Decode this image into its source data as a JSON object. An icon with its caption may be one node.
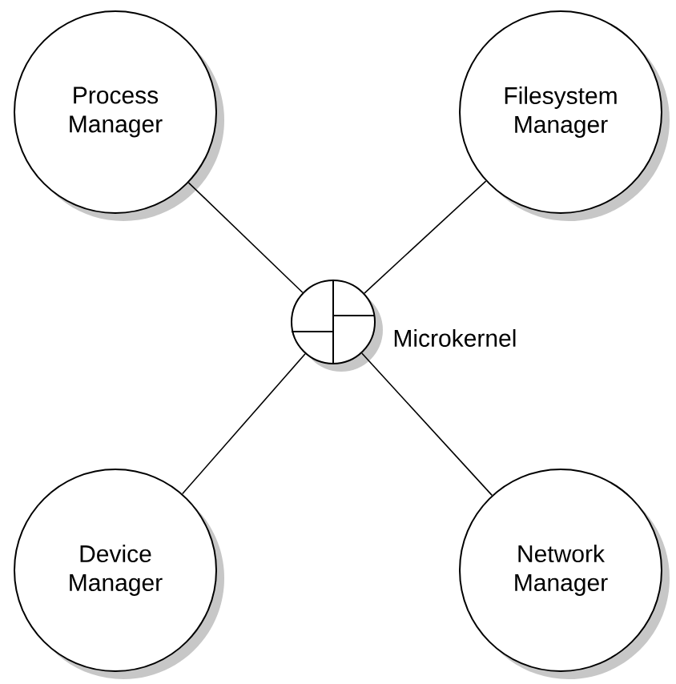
{
  "diagram": {
    "nodes": [
      {
        "text": [
          "Process Manager"
        ]
      },
      {
        "text": [
          "Filesystem Manager"
        ]
      },
      {
        "text": [],
        "shape": "circle",
        "beside": [
          "Microkernel"
        ]
      },
      {
        "text": [
          "Device Manager"
        ]
      },
      {
        "text": [
          "Network Manager"
        ]
      }
    ],
    "edges": [
      {
        "from": 0,
        "to": 2,
        "arrow": "none"
      },
      {
        "from": 1,
        "to": 2,
        "arrow": "none"
      },
      {
        "from": 3,
        "to": 2,
        "arrow": "none"
      },
      {
        "from": 4,
        "to": 2,
        "arrow": "none"
      }
    ]
  }
}
